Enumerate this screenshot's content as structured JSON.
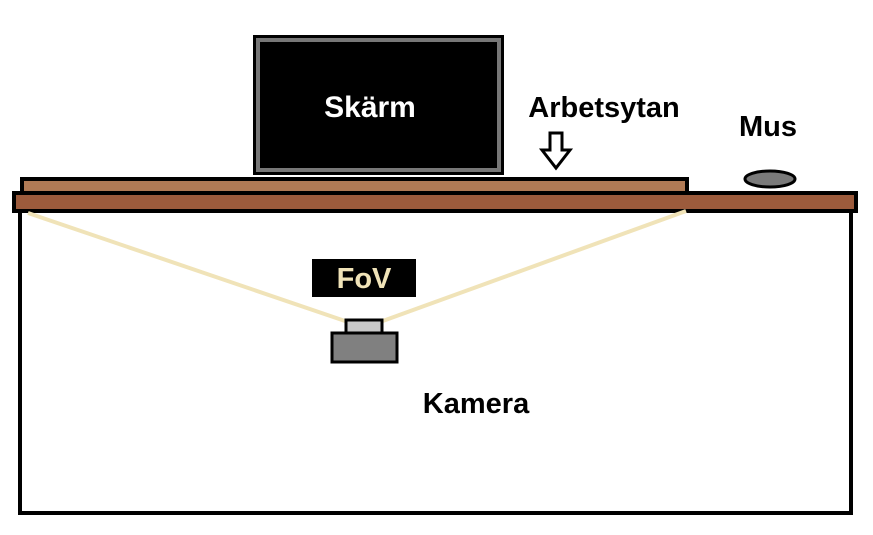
{
  "labels": {
    "screen": "Skärm",
    "workspace": "Arbetsytan",
    "mouse": "Mus",
    "fov": "FoV",
    "camera": "Kamera"
  },
  "colors": {
    "outline": "#000000",
    "box_fill": "#ffffff",
    "tabletop": "#9c5b3c",
    "workspace_surface": "#b07a55",
    "monitor_frame": "#777777",
    "monitor_screen": "#000000",
    "mouse_fill": "#7a7a7a",
    "fov_lines": "#f0e3b8",
    "fov_badge_bg": "#000000",
    "fov_text": "#f0e3b8",
    "camera_body": "#808080",
    "camera_lens": "#c8c8c8",
    "screen_text": "#ffffff",
    "label_text": "#000000"
  },
  "icons": {
    "workspace_arrow": "down-arrow-icon",
    "camera": "camera-icon",
    "mouse": "mouse-icon",
    "monitor": "monitor-icon"
  }
}
